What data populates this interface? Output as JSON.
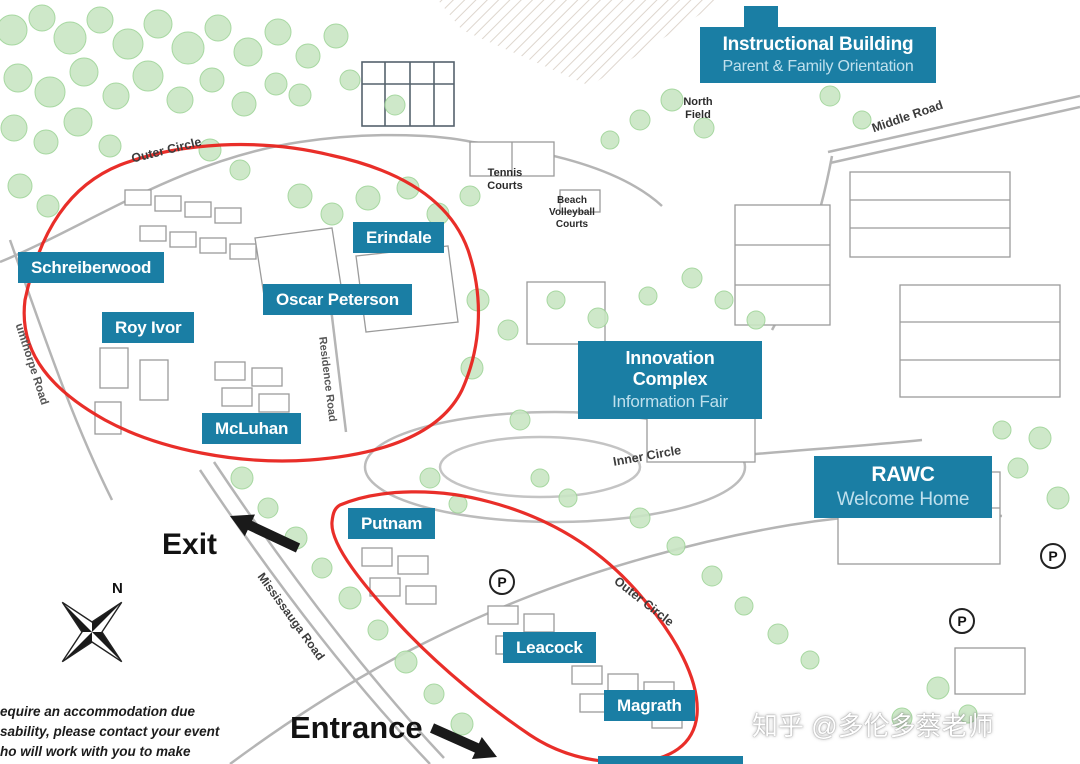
{
  "buildings": {
    "instructional": {
      "title": "Instructional Building",
      "subtitle": "Parent & Family Orientation"
    },
    "erindale": {
      "title": "Erindale"
    },
    "schreiberwood": {
      "title": "Schreiberwood"
    },
    "oscar_peterson": {
      "title": "Oscar Peterson"
    },
    "roy_ivor": {
      "title": "Roy Ivor"
    },
    "mcluhan": {
      "title": "McLuhan"
    },
    "innovation_complex": {
      "title": "Innovation Complex",
      "subtitle": "Information Fair"
    },
    "rawc": {
      "title": "RAWC",
      "subtitle": "Welcome Home"
    },
    "putnam": {
      "title": "Putnam"
    },
    "leacock": {
      "title": "Leacock"
    },
    "magrath": {
      "title": "Magrath"
    }
  },
  "areas": {
    "north_field": "North\nField",
    "tennis_courts": "Tennis\nCourts",
    "beach_volleyball": "Beach\nVolleyball\nCourts"
  },
  "roads": {
    "outer_circle_top": "Outer Circle",
    "middle_road": "Middle Road",
    "inner_circle": "Inner Circle",
    "outer_circle_south": "Outer Circle",
    "mississauga_road": "Mississauga Road",
    "residence_road": "Residence Road",
    "west_road_partial": "umthorpe Road"
  },
  "wayfinding": {
    "exit": "Exit",
    "entrance": "Entrance",
    "compass_north": "N",
    "parking_symbol": "P"
  },
  "accessibility_note": {
    "line1": "equire an accommodation due",
    "line2": "sability, please contact your event",
    "line3": "ho will work with you to make"
  },
  "watermark": "知乎 @多伦多蔡老师",
  "colors": {
    "label_teal": "#1a7ea4",
    "outline_red": "#e8231e",
    "tree_green": "#c9e6c4",
    "subtitle_blue": "#bfe0ed"
  }
}
